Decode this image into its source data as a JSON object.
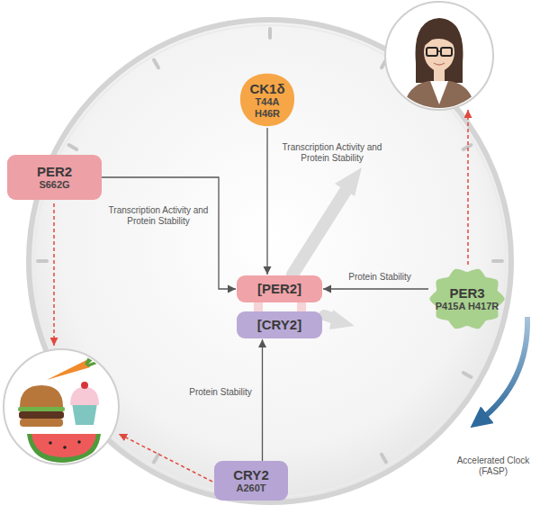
{
  "diagram": {
    "nodes": [
      {
        "text": [
          "CK1δ",
          "T44A H46R"
        ]
      },
      {
        "text": [
          "PER2",
          "S662G"
        ]
      },
      {
        "text": [
          "PER3",
          "P415A H417R"
        ]
      },
      {
        "text": [
          "[PER2]"
        ]
      },
      {
        "text": [
          "[CRY2]"
        ]
      },
      {
        "text": [
          "CRY2",
          "A260T"
        ]
      }
    ],
    "edges": [
      {
        "from": 0,
        "to": 3,
        "arrow": "to",
        "label": "Transcription Activity and Protein Stability"
      },
      {
        "from": 1,
        "to": 3,
        "arrow": "to",
        "label": "Transcription Activity and Protein Stability"
      },
      {
        "from": 2,
        "to": 3,
        "arrow": "to",
        "label": "Protein Stability"
      },
      {
        "from": 5,
        "to": 4,
        "arrow": "to",
        "label": "Protein Stability"
      }
    ],
    "labels": [
      "Accelerated Clock (FASP)"
    ]
  }
}
